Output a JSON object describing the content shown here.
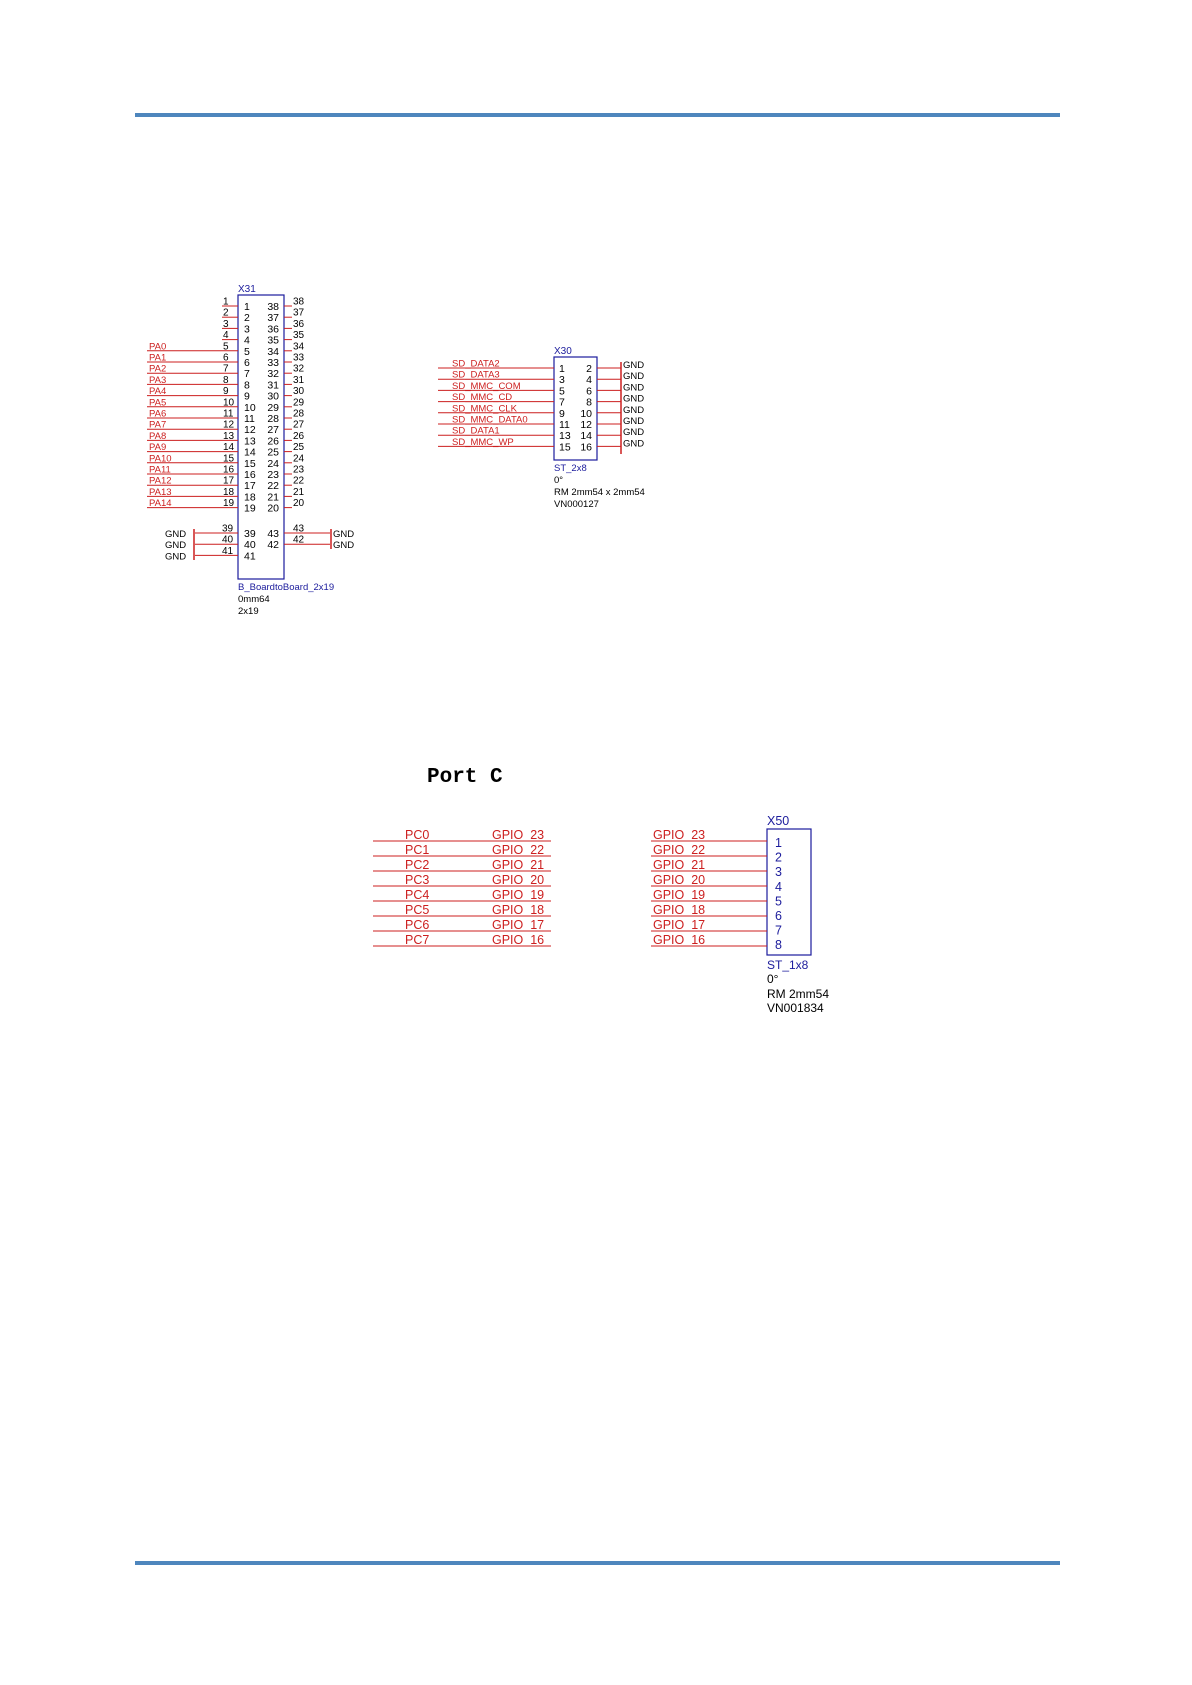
{
  "x31": {
    "ref": "X31",
    "part": "B_BoardtoBoard_2x19",
    "value": "0mm64",
    "size": "2x19",
    "left_pins": [
      "1",
      "2",
      "3",
      "4",
      "5",
      "6",
      "7",
      "8",
      "9",
      "10",
      "11",
      "12",
      "13",
      "14",
      "15",
      "16",
      "17",
      "18",
      "19"
    ],
    "right_pins": [
      "38",
      "37",
      "36",
      "35",
      "34",
      "33",
      "32",
      "31",
      "30",
      "29",
      "28",
      "27",
      "26",
      "25",
      "24",
      "23",
      "22",
      "21",
      "20"
    ],
    "left_net_rows": [
      {
        "num": "1",
        "net": ""
      },
      {
        "num": "2",
        "net": ""
      },
      {
        "num": "3",
        "net": ""
      },
      {
        "num": "4",
        "net": ""
      },
      {
        "num": "5",
        "net": "PA0"
      },
      {
        "num": "6",
        "net": "PA1"
      },
      {
        "num": "7",
        "net": "PA2"
      },
      {
        "num": "8",
        "net": "PA3"
      },
      {
        "num": "9",
        "net": "PA4"
      },
      {
        "num": "10",
        "net": "PA5"
      },
      {
        "num": "11",
        "net": "PA6"
      },
      {
        "num": "12",
        "net": "PA7"
      },
      {
        "num": "13",
        "net": "PA8"
      },
      {
        "num": "14",
        "net": "PA9"
      },
      {
        "num": "15",
        "net": "PA10"
      },
      {
        "num": "16",
        "net": "PA11"
      },
      {
        "num": "17",
        "net": "PA12"
      },
      {
        "num": "18",
        "net": "PA13"
      },
      {
        "num": "19",
        "net": "PA14"
      }
    ],
    "right_net_nums": [
      "38",
      "37",
      "36",
      "35",
      "34",
      "33",
      "32",
      "31",
      "30",
      "29",
      "28",
      "27",
      "26",
      "25",
      "24",
      "23",
      "22",
      "21",
      "20"
    ],
    "bottom_left": [
      {
        "outer": "39",
        "inner": "39",
        "net": ""
      },
      {
        "outer": "40",
        "inner": "40",
        "net": "GND"
      },
      {
        "outer": "41",
        "inner": "41",
        "net": "GND"
      },
      {
        "outer": "",
        "inner": "",
        "net": "GND"
      }
    ],
    "bottom_right": [
      {
        "outer": "43",
        "inner": "43",
        "net": "GND"
      },
      {
        "outer": "42",
        "inner": "42",
        "net": "GND"
      }
    ]
  },
  "x30": {
    "ref": "X30",
    "part": "ST_2x8",
    "value": "0°",
    "pitch": "RM 2mm54 x 2mm54",
    "vn": "VN000127",
    "rows": [
      {
        "left": "1",
        "right": "2",
        "net": "SD_DATA2",
        "gnd": "GND"
      },
      {
        "left": "3",
        "right": "4",
        "net": "SD_DATA3",
        "gnd": "GND"
      },
      {
        "left": "5",
        "right": "6",
        "net": "SD_MMC_COM",
        "gnd": "GND"
      },
      {
        "left": "7",
        "right": "8",
        "net": "SD_MMC_CD",
        "gnd": "GND"
      },
      {
        "left": "9",
        "right": "10",
        "net": "SD_MMC_CLK",
        "gnd": "GND"
      },
      {
        "left": "11",
        "right": "12",
        "net": "SD_MMC_DATA0",
        "gnd": "GND"
      },
      {
        "left": "13",
        "right": "14",
        "net": "SD_DATA1",
        "gnd": "GND"
      },
      {
        "left": "15",
        "right": "16",
        "net": "SD_MMC_WP",
        "gnd": "GND"
      }
    ]
  },
  "port_c": {
    "title": "Port C",
    "rows": [
      {
        "pc": "PC0",
        "gpio": "GPIO_23"
      },
      {
        "pc": "PC1",
        "gpio": "GPIO_22"
      },
      {
        "pc": "PC2",
        "gpio": "GPIO_21"
      },
      {
        "pc": "PC3",
        "gpio": "GPIO_20"
      },
      {
        "pc": "PC4",
        "gpio": "GPIO_19"
      },
      {
        "pc": "PC5",
        "gpio": "GPIO_18"
      },
      {
        "pc": "PC6",
        "gpio": "GPIO_17"
      },
      {
        "pc": "PC7",
        "gpio": "GPIO_16"
      }
    ]
  },
  "x50": {
    "ref": "X50",
    "part": "ST_1x8",
    "value": "0°",
    "pitch": "RM 2mm54",
    "vn": "VN001834",
    "pins": [
      "1",
      "2",
      "3",
      "4",
      "5",
      "6",
      "7",
      "8"
    ],
    "nets": [
      "GPIO_23",
      "GPIO_22",
      "GPIO_21",
      "GPIO_20",
      "GPIO_19",
      "GPIO_18",
      "GPIO_17",
      "GPIO_16"
    ]
  },
  "colors": {
    "wire": "#cc1f1f",
    "box": "#1c1c9c",
    "rule": "#4e86bd",
    "text": "#000000"
  }
}
